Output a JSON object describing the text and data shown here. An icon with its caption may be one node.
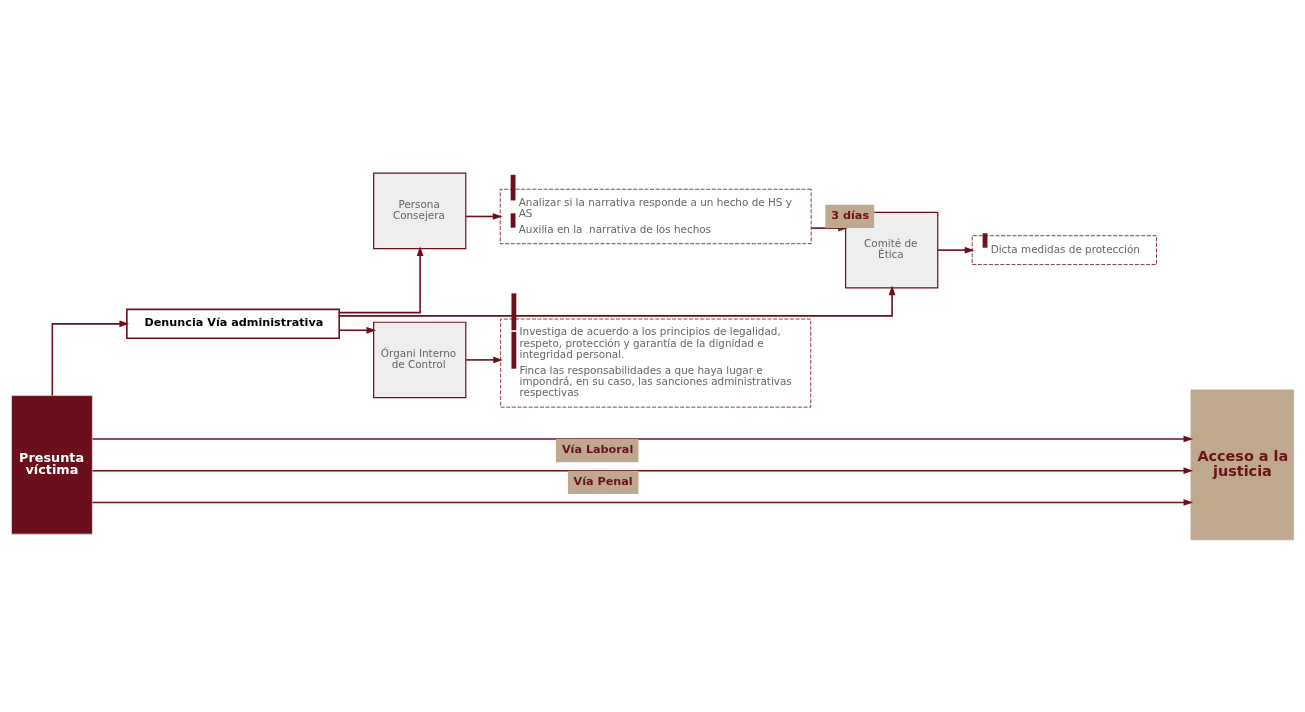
{
  "diagram": {
    "nodes": [
      {
        "text": [
          "Presunta víctima"
        ]
      },
      {
        "text": [
          "Denuncia Vía administrativa"
        ]
      },
      {
        "text": [
          "Persona Consejera"
        ]
      },
      {
        "text": [
          "Analizar si la narrativa responde a un hecho de HS y AS",
          "Auxilia en la  narrativa de los hechos"
        ]
      },
      {
        "text": [
          "Comité de Ética"
        ]
      },
      {
        "text": [
          "Dicta medidas de protección"
        ]
      },
      {
        "text": [
          "Órgani Interno de Control"
        ]
      },
      {
        "text": [
          "Investiga de acuerdo a los principios de legalidad, respeto, protección y garantía de la dignidad e integridad personal.",
          "Finca las responsabilidades a que haya lugar e impondrá, en su caso, las sanciones administrativas respectivas"
        ]
      },
      {
        "text": [
          "Acceso a la justicia"
        ]
      }
    ],
    "edges": [
      {
        "from": 0,
        "to": 1,
        "arrow": "to"
      },
      {
        "from": 1,
        "to": 2,
        "arrow": "to"
      },
      {
        "from": 1,
        "to": 4,
        "arrow": "to"
      },
      {
        "from": 1,
        "to": 6,
        "arrow": "to"
      },
      {
        "from": 2,
        "to": 3,
        "arrow": "to"
      },
      {
        "from": 3,
        "to": 4,
        "arrow": "to",
        "label": "3 días"
      },
      {
        "from": 4,
        "to": 5,
        "arrow": "to"
      },
      {
        "from": 6,
        "to": 7,
        "arrow": "to"
      },
      {
        "from": 0,
        "to": 8,
        "arrow": "to"
      },
      {
        "from": 0,
        "to": 8,
        "arrow": "to",
        "label": "Vía Penal"
      },
      {
        "from": 0,
        "to": 8,
        "arrow": "to",
        "label": "Vía Laboral"
      }
    ]
  }
}
